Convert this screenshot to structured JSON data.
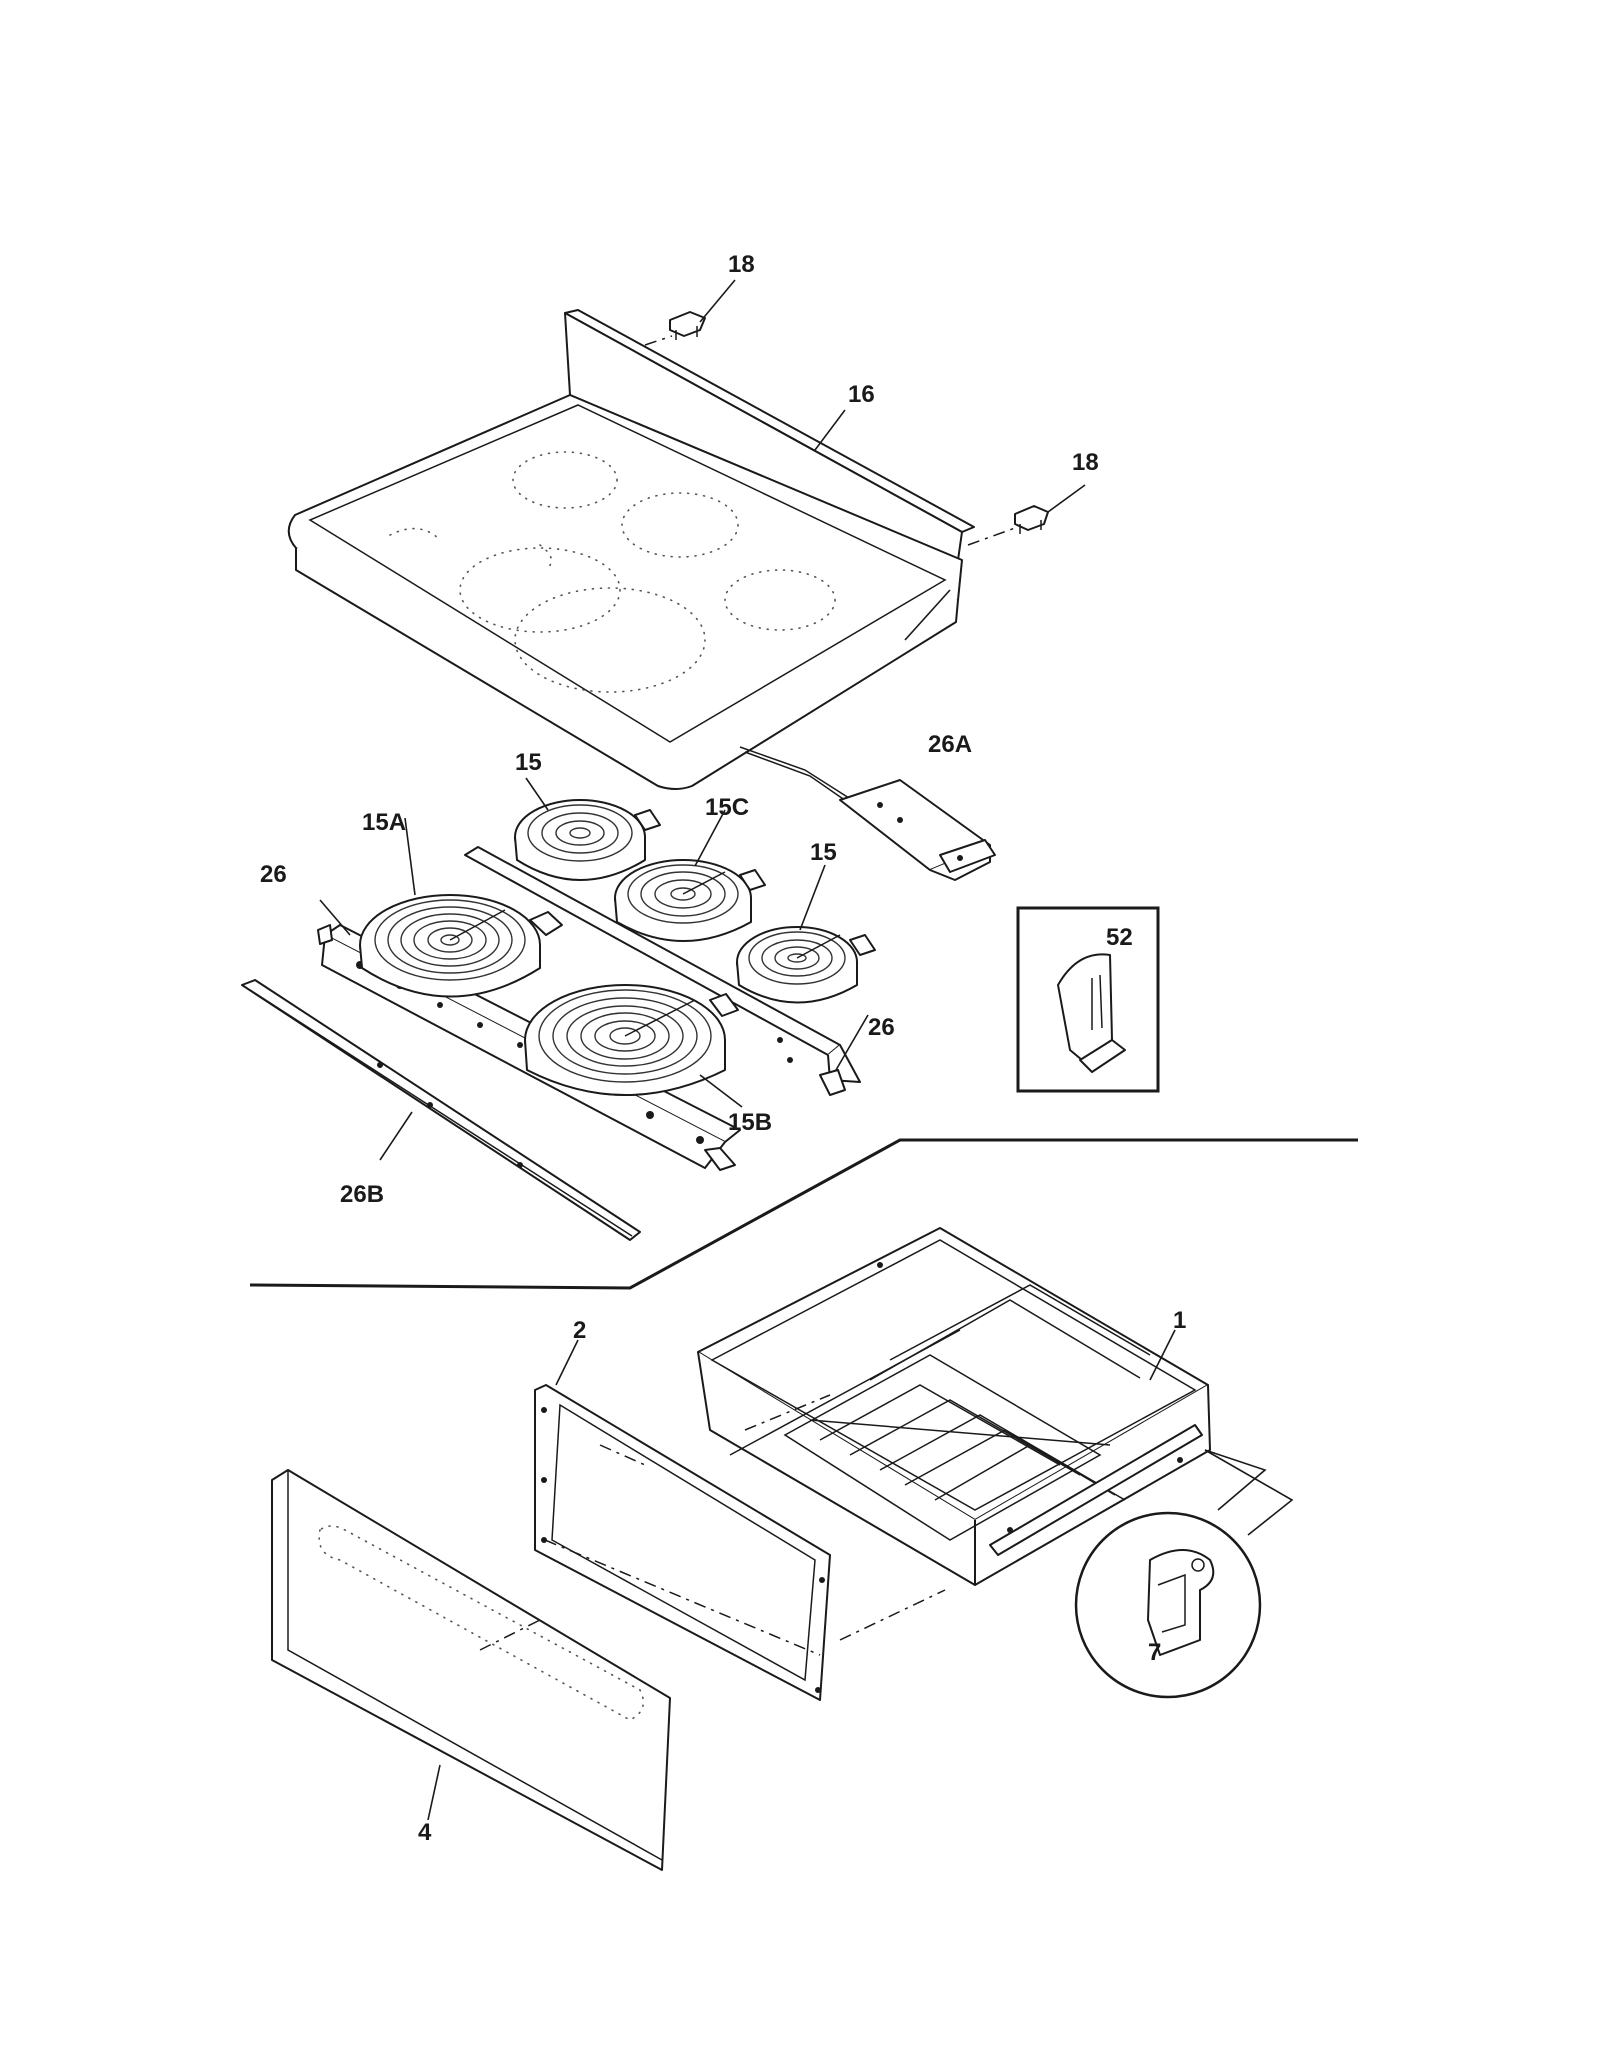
{
  "callouts": {
    "p18a": "18",
    "p18b": "18",
    "p16": "16",
    "p26A": "26A",
    "p15a": "15",
    "p15b": "15",
    "p15A": "15A",
    "p15C": "15C",
    "p15B": "15B",
    "p26a": "26",
    "p26b": "26",
    "p26B": "26B",
    "p52": "52",
    "p1": "1",
    "p2": "2",
    "p4": "4",
    "p7": "7"
  }
}
